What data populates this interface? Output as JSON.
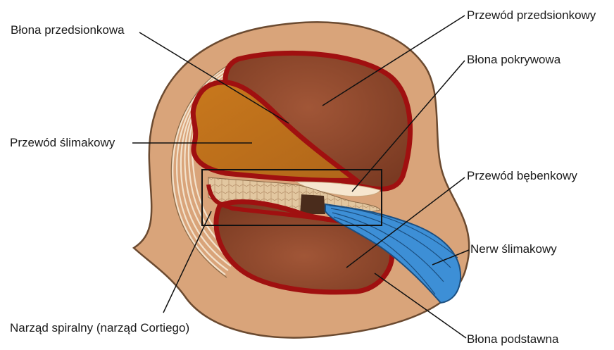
{
  "labels": {
    "vestibular_membrane": "Błona przedsionkowa",
    "vestibular_duct": "Przewód przedsionkowy",
    "tectorial_membrane": "Błona pokrywowa",
    "cochlear_duct": "Przewód ślimakowy",
    "tympanic_duct": "Przewód bębenkowy",
    "cochlear_nerve": "Nerw ślimakowy",
    "organ_of_corti": "Narząd spiralny (narząd Cortiego)",
    "basilar_membrane": "Błona podstawna"
  },
  "colors": {
    "bone": "#d9a47a",
    "bone_outline": "#6b4a30",
    "duct_outline": "#a01010",
    "duct_fill": "#8e4a2e",
    "cochlear_duct_fill": "#c87a1e",
    "nerve": "#3d8fd6",
    "spiral_lines": "#f3e2cc",
    "organ_fill": "#e2c7a0"
  }
}
